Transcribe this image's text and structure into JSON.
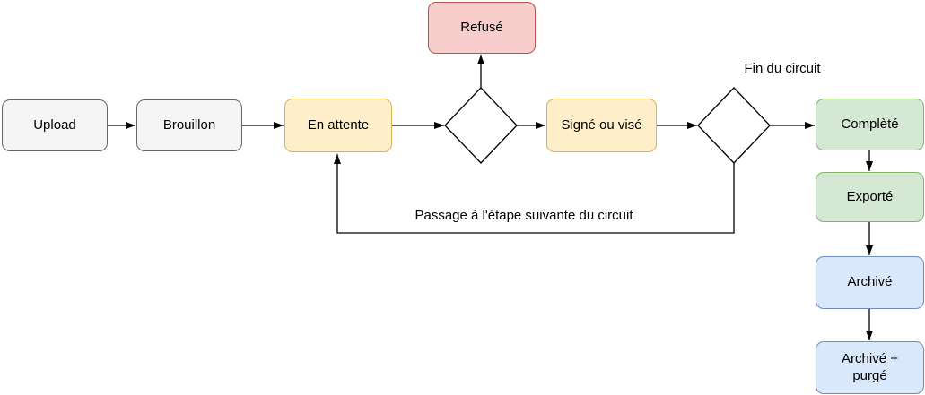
{
  "diagram": {
    "nodes": {
      "upload": {
        "label": "Upload",
        "fill": "#f5f5f5",
        "stroke": "#666666"
      },
      "brouillon": {
        "label": "Brouillon",
        "fill": "#f5f5f5",
        "stroke": "#666666"
      },
      "en_attente": {
        "label": "En attente",
        "fill": "#ffeeca",
        "stroke": "#d6b656"
      },
      "refuse": {
        "label": "Refusé",
        "fill": "#f8cecc",
        "stroke": "#b85450"
      },
      "signe_ou_vise": {
        "label": "Signé ou visé",
        "fill": "#ffeeca",
        "stroke": "#d6b656"
      },
      "complete": {
        "label": "Complèté",
        "fill": "#d5e8d4",
        "stroke": "#82b366"
      },
      "exporte": {
        "label": "Exporté",
        "fill": "#d5e8d4",
        "stroke": "#82b366"
      },
      "archive": {
        "label": "Archivé",
        "fill": "#dae8fc",
        "stroke": "#6c8ebf"
      },
      "archive_purge": {
        "label": "Archivé + purgé",
        "fill": "#dae8fc",
        "stroke": "#6c8ebf"
      }
    },
    "decision": {
      "fill": "#ffffff",
      "stroke": "#000000"
    },
    "edge_labels": {
      "fin_du_circuit": "Fin du circuit",
      "passage_etape": "Passage à l'étape suivante du circuit"
    },
    "arrow_color": "#000000",
    "background": "#ffffff"
  }
}
